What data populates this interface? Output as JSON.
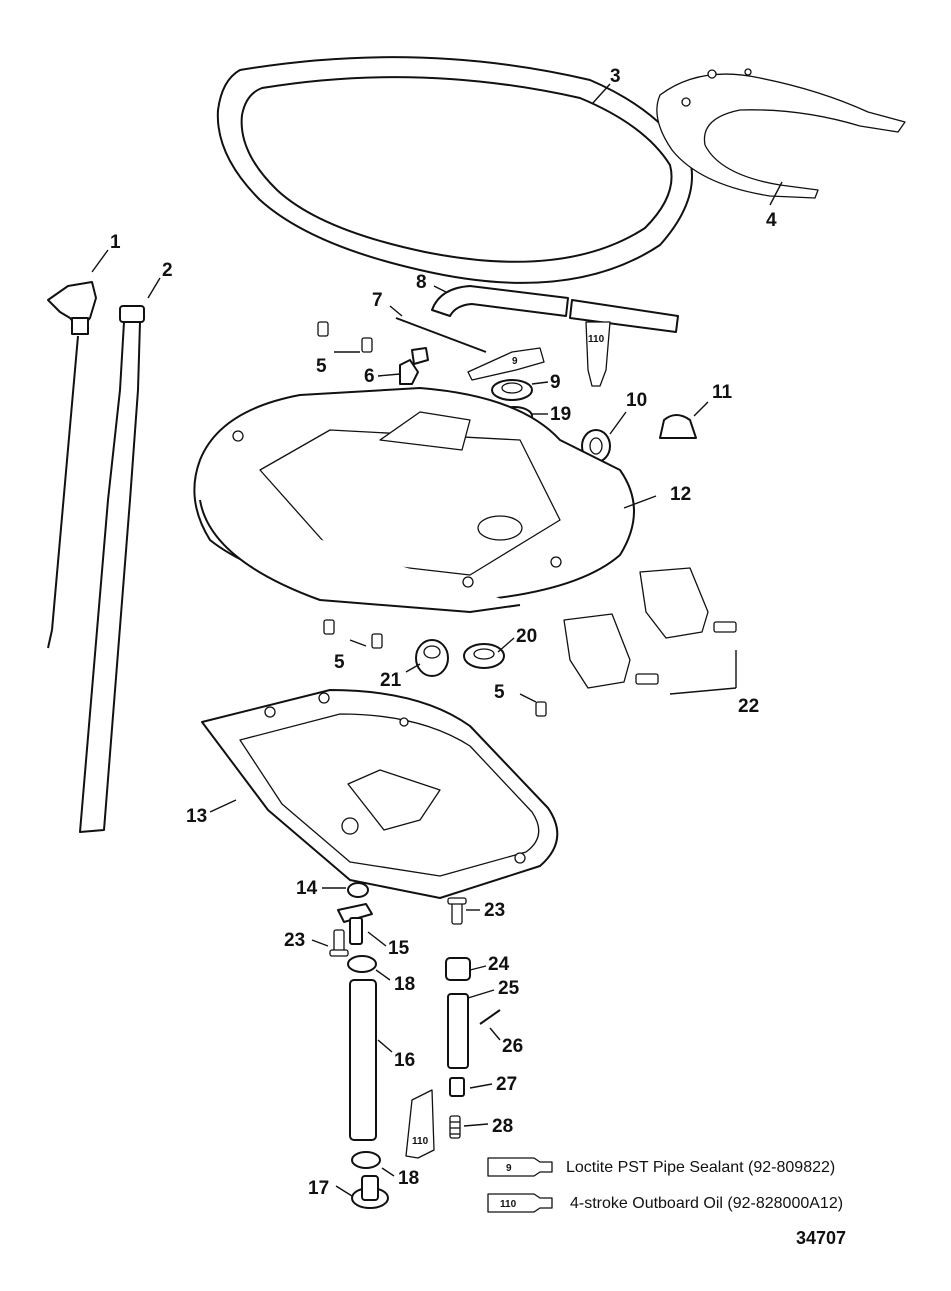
{
  "callouts": {
    "c1": "1",
    "c2": "2",
    "c3": "3",
    "c4": "4",
    "c5a": "5",
    "c5b": "5",
    "c5c": "5",
    "c6": "6",
    "c7": "7",
    "c8": "8",
    "c9": "9",
    "c10": "10",
    "c11": "11",
    "c12": "12",
    "c13": "13",
    "c14": "14",
    "c15": "15",
    "c16": "16",
    "c17": "17",
    "c18a": "18",
    "c18b": "18",
    "c19": "19",
    "c20": "20",
    "c21": "21",
    "c22": "22",
    "c23a": "23",
    "c23b": "23",
    "c24": "24",
    "c25": "25",
    "c26": "26",
    "c27": "27",
    "c28": "28"
  },
  "tube_labels": {
    "tube9_upper": "9",
    "tube110_upper": "110",
    "tube110_lower": "110"
  },
  "legend": {
    "items": [
      {
        "tube_number": "9",
        "text": "Loctite PST Pipe Sealant (92-809822)"
      },
      {
        "tube_number": "110",
        "text": "4-stroke Outboard Oil (92-828000A12)"
      }
    ]
  },
  "diagram_id": "34707"
}
